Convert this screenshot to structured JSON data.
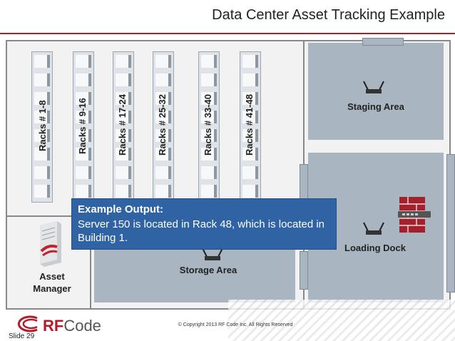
{
  "title": "Data Center Asset Tracking Example",
  "racks": [
    {
      "label": "Racks # 1-8"
    },
    {
      "label": "Racks # 9-16"
    },
    {
      "label": "Racks # 17-24"
    },
    {
      "label": "Racks # 25-32"
    },
    {
      "label": "Racks # 33-40"
    },
    {
      "label": "Racks # 41-48"
    }
  ],
  "rooms": {
    "staging": "Staging Area",
    "loading": "Loading Dock",
    "storage": "Storage Area",
    "asset_manager_line1": "Asset",
    "asset_manager_line2": "Manager"
  },
  "callout": {
    "title": "Example Output:",
    "body": "Server 150 is located in Rack 48, which is located in Building 1."
  },
  "footer": {
    "copyright": "© Copyright 2013 RF Code Inc.  All Rights Reserved",
    "slide": "Slide 29",
    "logo_rf": "RF",
    "logo_code": "Code"
  },
  "colors": {
    "accent": "#b31b2b",
    "callout": "#2f63a3",
    "room": "#a9b6c2"
  }
}
